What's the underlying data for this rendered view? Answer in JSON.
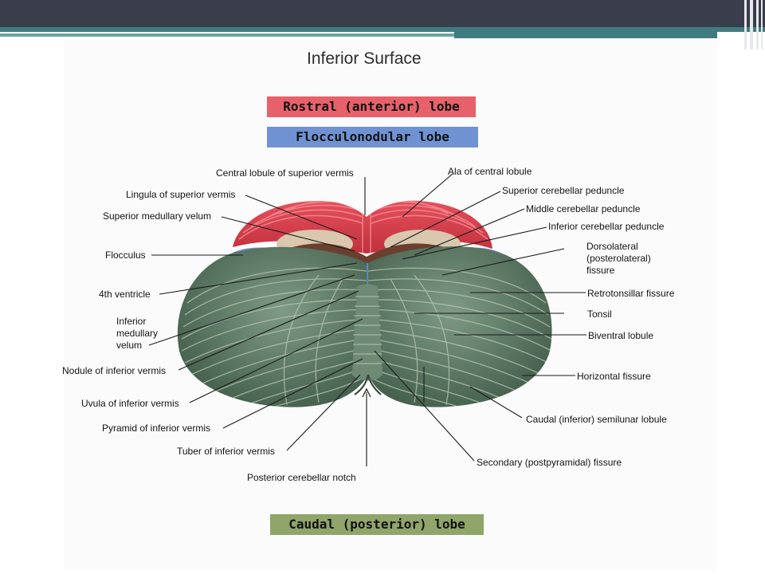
{
  "title": "Inferior Surface",
  "legend": {
    "rostral": "Rostral (anterior) lobe",
    "flocculonodular": "Flocculonodular lobe",
    "caudal": "Caudal (posterior) lobe"
  },
  "labels": {
    "central_lobule": "Central lobule of superior vermis",
    "ala_central": "Ala of central lobule",
    "lingula": "Lingula of superior vermis",
    "sup_cerebellar_peduncle": "Superior cerebellar peduncle",
    "sup_medullary_velum": "Superior medullary velum",
    "mid_cerebellar_peduncle": "Middle cerebellar peduncle",
    "inf_cerebellar_peduncle": "Inferior cerebellar peduncle",
    "flocculus": "Flocculus",
    "dorsolateral_1": "Dorsolateral",
    "dorsolateral_2": "(posterolateral)",
    "dorsolateral_3": "fissure",
    "fourth_ventricle": "4th ventricle",
    "retrotonsillar": "Retrotonsillar fissure",
    "tonsil": "Tonsil",
    "inf_medullary_1": "Inferior",
    "inf_medullary_2": "medullary",
    "inf_medullary_3": "velum",
    "biventral": "Biventral lobule",
    "nodule": "Nodule of inferior vermis",
    "horizontal": "Horizontal fissure",
    "uvula": "Uvula of inferior vermis",
    "caudal_semilunar": "Caudal (inferior) semilunar lobule",
    "pyramid": "Pyramid of inferior vermis",
    "tuber": "Tuber of inferior vermis",
    "secondary_fissure": "Secondary (postpyramidal) fissure",
    "post_notch": "Posterior cerebellar notch"
  },
  "colors": {
    "rostral": "#e8616a",
    "flocculonodular": "#6f93d2",
    "caudal": "#8fa56a",
    "posterior_lobe_tissue": "#5e7a63",
    "anterior_lobe_tissue": "#d9434f"
  }
}
